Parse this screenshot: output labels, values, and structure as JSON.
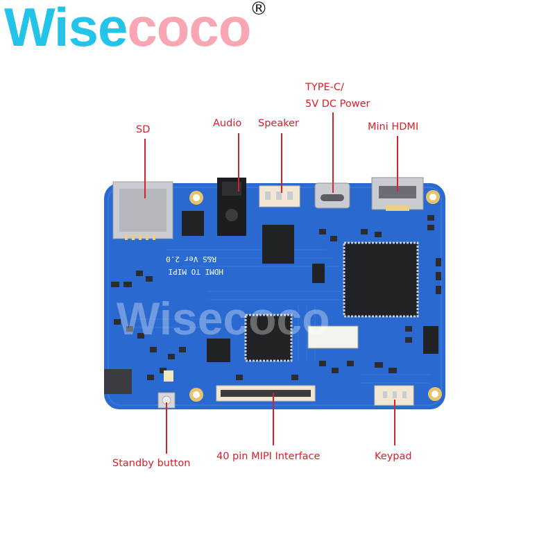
{
  "brand": {
    "part_a": "Wise",
    "part_b": "coco",
    "reg_mark": "®"
  },
  "board": {
    "silkscreen_title": "HDMI TO MIPI",
    "silkscreen_version": "R&S Ver 2.0",
    "watermark": "Wisecoco",
    "colors": {
      "pcb": "#2a6ad0",
      "pcb_dark": "#1e4fa8",
      "chip": "#202226",
      "metal": "#c9ccd0",
      "connector": "#f1e7d2"
    }
  },
  "labels": {
    "sd": "SD",
    "audio": "Audio",
    "speaker": "Speaker",
    "typec_line1": "TYPE-C/",
    "typec_line2": "5V DC Power",
    "mini_hdmi": "Mini HDMI",
    "standby": "Standby button",
    "mipi": "40 pin MIPI Interface",
    "keypad": "Keypad"
  }
}
